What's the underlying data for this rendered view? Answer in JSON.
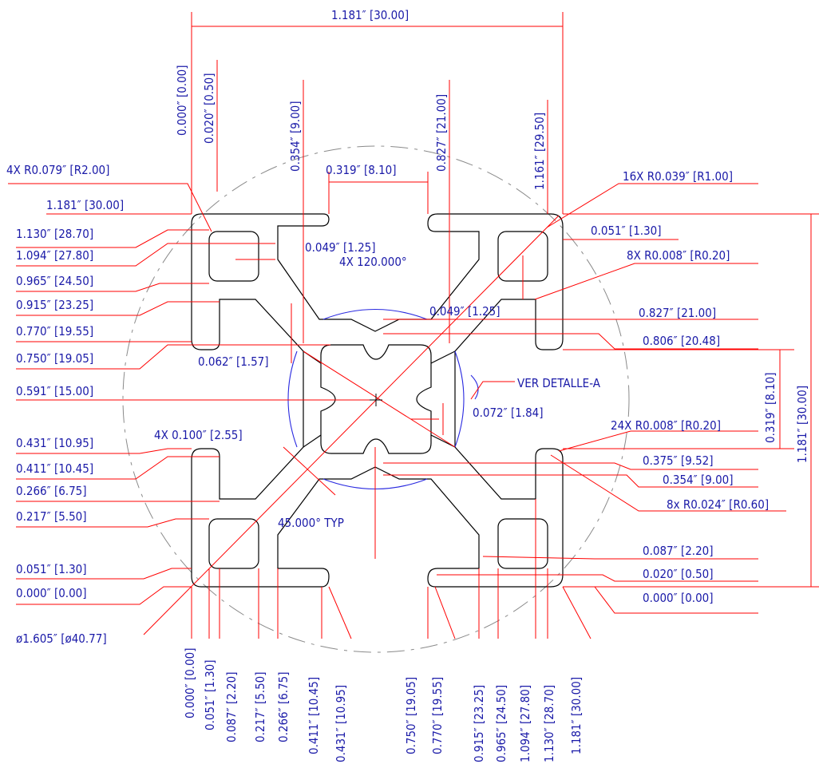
{
  "colors": {
    "dimension_line": "#ff0000",
    "dimension_text": "#1a1aa8",
    "profile_outline": "#000000",
    "detail_arc": "#2a2ae0",
    "reference_circle": "#8a8a8a"
  },
  "top": {
    "overall_width": "1.181″ [30.00]",
    "dim_0_000": "0.000″ [0.00]",
    "dim_0_020": "0.020″ [0.50]",
    "dim_0_354": "0.354″ [9.00]",
    "dim_0_827": "0.827″ [21.00]",
    "dim_1_161": "1.161″ [29.50]",
    "slot_width": "0.319″ [8.10]"
  },
  "left": [
    "4X R0.079″ [R2.00]",
    "1.181″ [30.00]",
    "1.130″ [28.70]",
    "1.094″ [27.80]",
    "0.965″ [24.50]",
    "0.915″ [23.25]",
    "0.770″ [19.55]",
    "0.750″ [19.05]",
    "0.591″ [15.00]",
    "0.431″ [10.95]",
    "0.411″ [10.45]",
    "0.266″ [6.75]",
    "0.217″ [5.50]",
    "0.051″ [1.30]",
    "0.000″ [0.00]",
    "ø1.605″ [ø40.77]"
  ],
  "right": [
    "16X R0.039″ [R1.00]",
    "0.051″ [1.30]",
    "8X R0.008″ [R0.20]",
    "0.827″ [21.00]",
    "0.806″ [20.48]",
    "24X R0.008″ [R0.20]",
    "0.375″ [9.52]",
    "0.354″ [9.00]",
    "8x R0.024″ [R0.60]",
    "0.087″ [2.20]",
    "0.020″ [0.50]",
    "0.000″ [0.00]"
  ],
  "right_vertical": {
    "height": "1.181″ [30.00]",
    "slot": "0.319″ [8.10]"
  },
  "center": {
    "angle_120": "4X 120.000°",
    "wall_049_a": "0.049″ [1.25]",
    "wall_049_b": "0.049″ [1.25]",
    "wall_062": "0.062″ [1.57]",
    "detail_ref": "VER DETALLE-A",
    "bore_072": "0.072″ [1.84]",
    "chamfer_100": "4X 0.100″ [2.55]",
    "angle_45": "45.000° TYP"
  },
  "bottom": [
    "0.000″ [0.00]",
    "0.051″ [1.30]",
    "0.087″ [2.20]",
    "0.217″ [5.50]",
    "0.266″ [6.75]",
    "0.411″ [10.45]",
    "0.431″ [10.95]",
    "0.750″ [19.05]",
    "0.770″ [19.55]",
    "0.915″ [23.25]",
    "0.965″ [24.50]",
    "1.094″ [27.80]",
    "1.130″ [28.70]",
    "1.181″ [30.00]"
  ]
}
